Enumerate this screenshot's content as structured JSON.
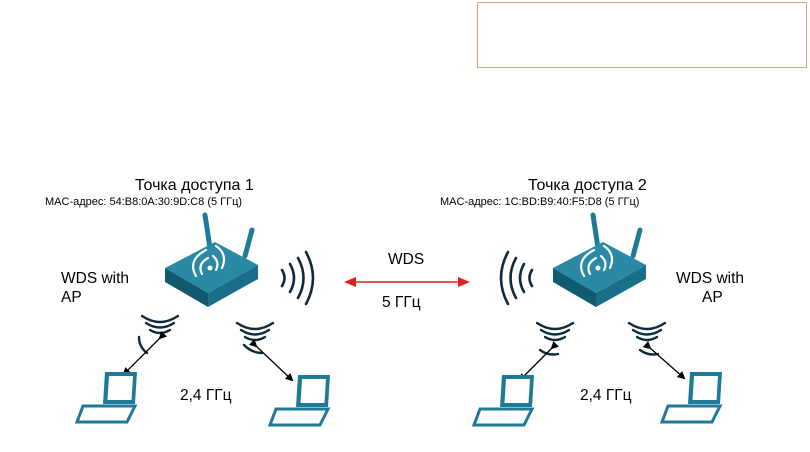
{
  "ap1": {
    "title": "Точка доступа 1",
    "mac": "MAC-адрес: 54:B8:0A:30:9D:C8 (5 ГГц)",
    "mode_line1": "WDS with",
    "mode_line2": "AP",
    "client_band": "2,4 ГГц"
  },
  "ap2": {
    "title": "Точка доступа 2",
    "mac": "MAC-адрес: 1C:BD:B9:40:F5:D8 (5 ГГц)",
    "mode_line1": "WDS with",
    "mode_line2": "AP",
    "client_band": "2,4 ГГц"
  },
  "link": {
    "label": "WDS",
    "band": "5 ГГц"
  },
  "colors": {
    "router": "#1e7a96",
    "router_dark": "#125a70",
    "wifi_stroke": "#0d2b38",
    "link_arrow": "#e02020",
    "laptop": "#1e7a96",
    "box_border": "#e0a070"
  }
}
